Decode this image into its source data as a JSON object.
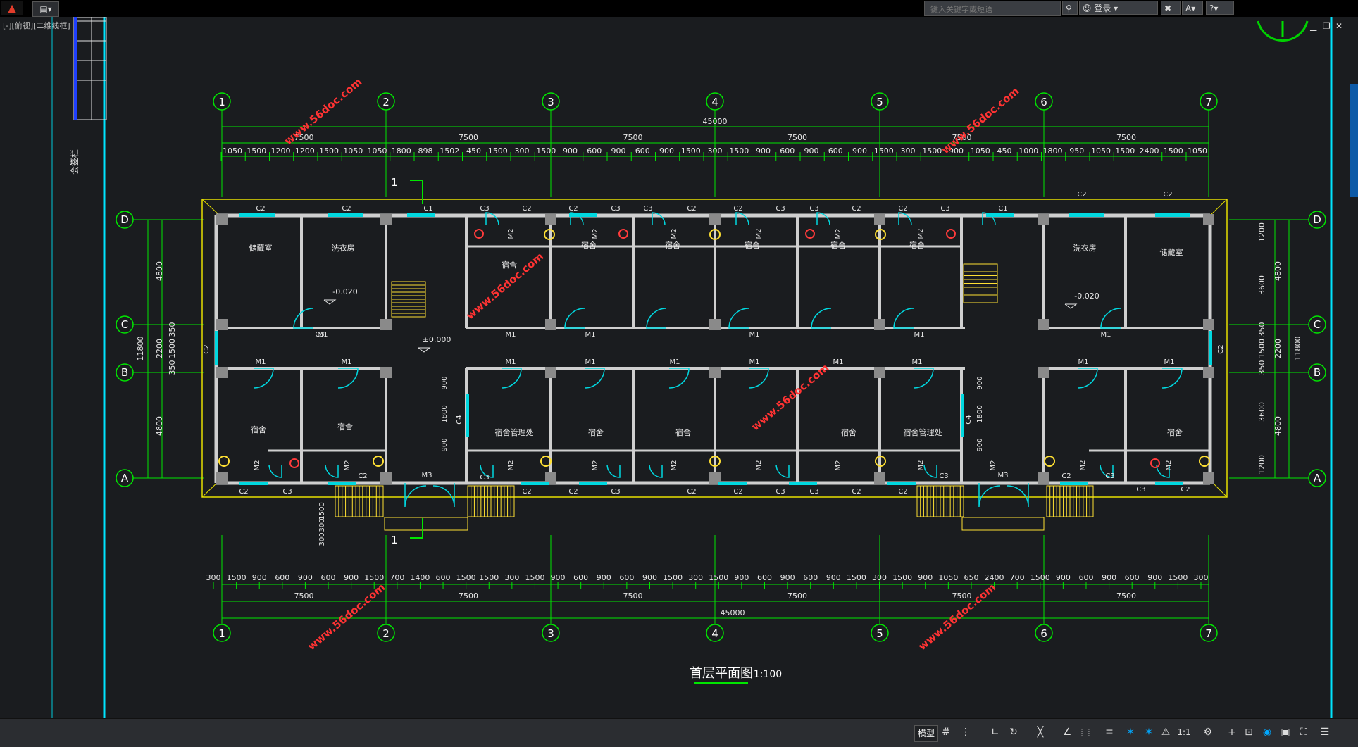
{
  "app": {
    "logo_icon": "autocad-logo-icon",
    "qat_icon": "quick-access-icon"
  },
  "viewport_label": "[-][俯视][二维线框]",
  "search": {
    "placeholder": "键入关键字或短语"
  },
  "signin": {
    "label": "登录"
  },
  "drawing": {
    "title": "首层平面图",
    "scale": "1:100",
    "overall_dim": "45000",
    "bay": "7500",
    "col_labels": [
      "1",
      "2",
      "3",
      "4",
      "5",
      "6",
      "7"
    ],
    "row_labels": [
      "D",
      "C",
      "B",
      "A"
    ],
    "left_dims": [
      "4800",
      "2200",
      "1500",
      "350",
      "350",
      "4800",
      "11800"
    ],
    "right_dims": [
      "1200",
      "3600",
      "4800",
      "350",
      "1500",
      "2200",
      "350",
      "3600",
      "4800",
      "1200",
      "11800"
    ],
    "top_sub": [
      "1050",
      "1500",
      "1200",
      "1200",
      "1500",
      "1050",
      "1050",
      "1800",
      "898",
      "1502",
      "450",
      "1500",
      "300",
      "1500",
      "900",
      "600",
      "900",
      "600",
      "900",
      "1500",
      "300",
      "1500",
      "900",
      "600",
      "900",
      "600",
      "900",
      "1500",
      "300",
      "1500",
      "900",
      "1050",
      "450",
      "1000",
      "1800",
      "950",
      "1050",
      "1500",
      "2400",
      "1500",
      "1050"
    ],
    "bottom_sub": [
      "300",
      "1500",
      "900",
      "600",
      "900",
      "600",
      "900",
      "1500",
      "700",
      "1400",
      "600",
      "1500",
      "1500",
      "300",
      "1500",
      "900",
      "600",
      "900",
      "600",
      "900",
      "1500",
      "300",
      "1500",
      "900",
      "600",
      "900",
      "600",
      "900",
      "1500",
      "300",
      "1500",
      "900",
      "1050",
      "650",
      "2400",
      "700",
      "1500",
      "900",
      "600",
      "900",
      "600",
      "900",
      "1500",
      "300"
    ],
    "room_labels": {
      "storage": "储藏室",
      "laundry": "洗衣房",
      "dorm": "宿舍",
      "manager": "宿舍管理处"
    },
    "elev_1": "-0.020",
    "elev_0": "±0.000",
    "section_mark": "1",
    "tags": {
      "c1": "C1",
      "c2": "C2",
      "c3": "C3",
      "c4": "C4",
      "m1": "M1",
      "m2": "M2",
      "m3": "M3"
    },
    "side_dims": [
      "900",
      "1800",
      "900"
    ],
    "stair_dims": [
      "300",
      "300",
      "1500"
    ],
    "watermark": "www.56doc.com",
    "titleblock": "会签栏"
  },
  "status": {
    "model": "模型",
    "scale": "1:1"
  },
  "colors": {
    "bg": "#1a1c1f",
    "line": "#00e600",
    "wall": "#cfcfcf",
    "cyan": "#00d8e0",
    "yellow": "#ffe033",
    "red": "#ff3b3b",
    "accent": "#00c8ff"
  }
}
